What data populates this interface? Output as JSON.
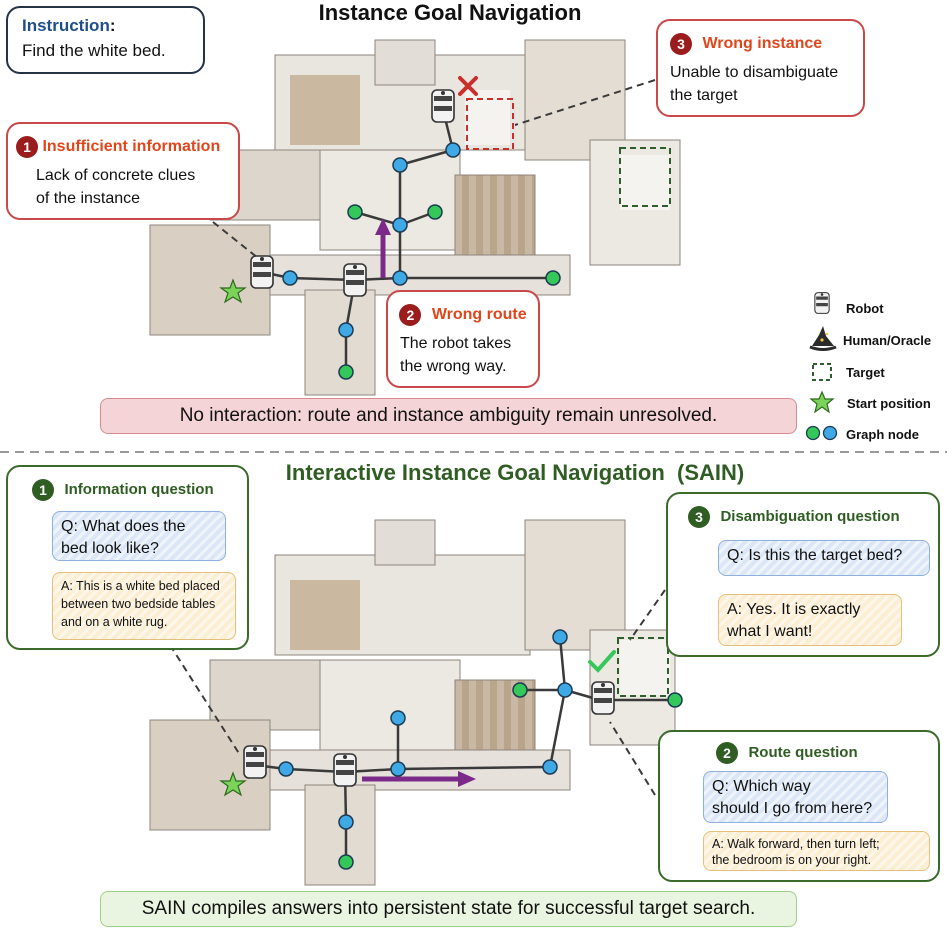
{
  "top": {
    "title": "Instance Goal Navigation",
    "instruction_label": "Instruction",
    "instruction_colon": ":",
    "instruction_text": "Find the white bed.",
    "callouts": [
      {
        "num": "1",
        "title": "Insufficient information",
        "text1": "Lack of concrete clues",
        "text2": "of the instance"
      },
      {
        "num": "2",
        "title": "Wrong route",
        "text1": "The robot takes",
        "text2": "the wrong way."
      },
      {
        "num": "3",
        "title": "Wrong instance",
        "text1": "Unable to disambiguate",
        "text2": "the target"
      }
    ],
    "banner": "No interaction: route and instance ambiguity remain unresolved."
  },
  "legend": {
    "robot": "Robot",
    "human": "Human/Oracle",
    "target": "Target",
    "start": "Start position",
    "node": "Graph node"
  },
  "bottom": {
    "title": "Interactive Instance Goal Navigation  (SAIN)",
    "info": {
      "num": "1",
      "title": "Information question",
      "q1": "Q: What does the",
      "q2": "bed look like?",
      "a1": "A: This is a white bed placed",
      "a2": "between two bedside tables",
      "a3": "and on a white rug."
    },
    "disamb": {
      "num": "3",
      "title": "Disambiguation question",
      "q1": "Q: Is this the target bed?",
      "a1": "A: Yes. It is exactly",
      "a2": "what I want!"
    },
    "route": {
      "num": "2",
      "title": "Route question",
      "q1": "Q:  Which way",
      "q2": "should I go from here?",
      "a1": "A: Walk forward, then turn left;",
      "a2": "the bedroom is on your right."
    },
    "banner": "SAIN compiles answers into persistent state for successful target search."
  },
  "colors": {
    "red_accent": "#e0461c",
    "green_accent": "#2f5d23",
    "blue_label": "#1f4e8c",
    "node_blue": "#3fa9e6",
    "node_green": "#34c759",
    "route_purple": "#7b2a8a",
    "banner_red_bg": "#f4d4d6",
    "banner_green_bg": "#e9f5e1"
  }
}
